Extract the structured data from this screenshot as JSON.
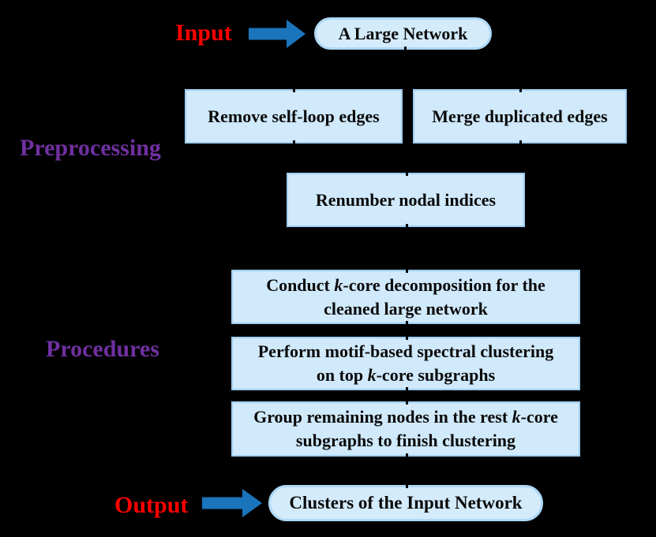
{
  "flow": {
    "input": {
      "label": "Input",
      "node": "A Large Network"
    },
    "preprocessing": {
      "label": "Preprocessing",
      "boxes": [
        "Remove self-loop edges",
        "Merge duplicated edges",
        "Renumber nodal indices"
      ]
    },
    "procedures": {
      "label": "Procedures",
      "boxes": [
        [
          {
            "t": "Conduct "
          },
          {
            "t": "k",
            "i": true
          },
          {
            "t": "-core decomposition for the\ncleaned large network"
          }
        ],
        [
          {
            "t": "Perform motif-based spectral clustering\non top "
          },
          {
            "t": "k",
            "i": true
          },
          {
            "t": "-core subgraphs"
          }
        ],
        [
          {
            "t": "Group remaining nodes in the rest "
          },
          {
            "t": "k",
            "i": true
          },
          {
            "t": "-core\nsubgraphs to finish clustering"
          }
        ]
      ]
    },
    "output": {
      "label": "Output",
      "node": "Clusters of the Input Network"
    }
  },
  "colors": {
    "background": "#000000",
    "box_fill": "#d0e9fb",
    "box_border": "#9fcdf0",
    "pill_fill": "#d4ebfc",
    "pill_border": "#aed9f6",
    "arrow_blue": "#1b75bc",
    "label_red": "#fe0000",
    "label_purple": "#7030a0",
    "box_text": "#0a0a0a"
  }
}
